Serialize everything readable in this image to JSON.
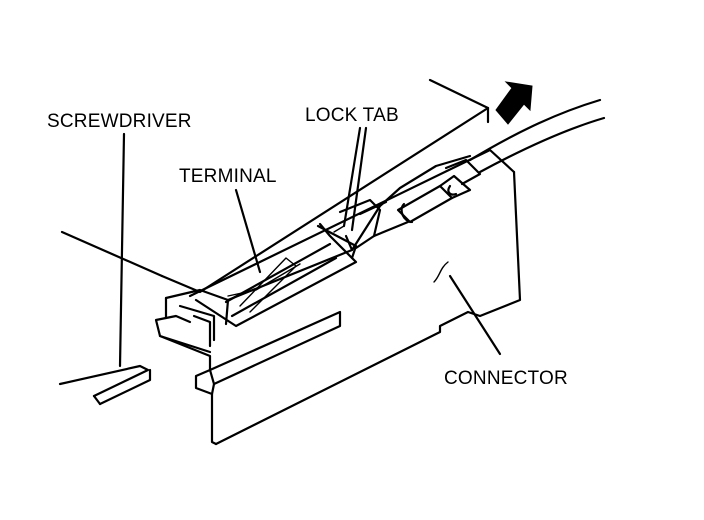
{
  "labels": {
    "screwdriver": "SCREWDRIVER",
    "lock_tab": "LOCK TAB",
    "terminal": "TERMINAL",
    "connector": "CONNECTOR"
  },
  "colors": {
    "ink": "#000000",
    "background": "#ffffff"
  },
  "icons": {
    "direction_arrow": "pull-direction-arrow-icon"
  }
}
